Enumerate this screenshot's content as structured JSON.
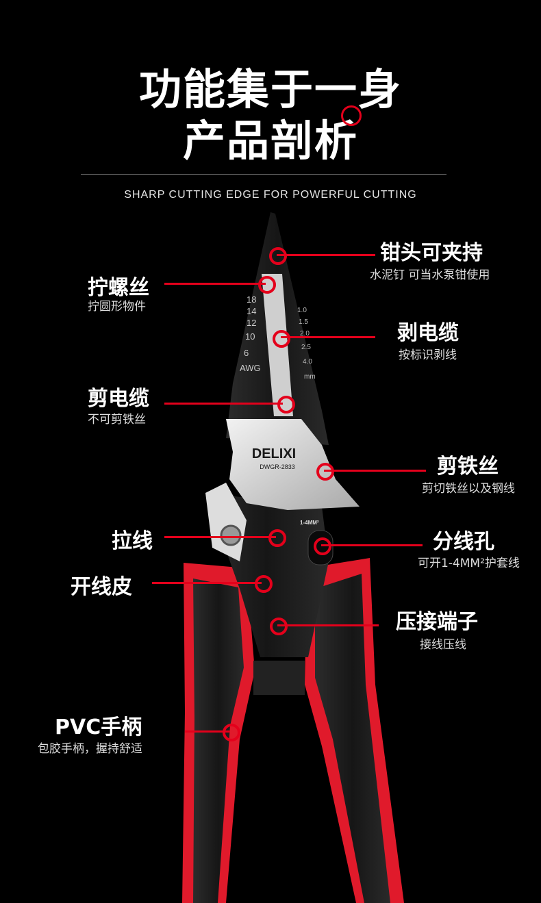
{
  "header": {
    "title_line1": "功能集于一身",
    "title_line2": "产品剖析",
    "subtitle": "SHARP CUTTING EDGE FOR POWERFUL CUTTING"
  },
  "product": {
    "brand": "DELIXI",
    "model": "DWGR-2833",
    "awg_scale": [
      "18",
      "14",
      "12",
      "10",
      "6",
      "AWG"
    ],
    "mm_scale": [
      "1.0",
      "1.5",
      "2.0",
      "2.5",
      "4.0",
      "mm"
    ],
    "hole_label": "1-4MM²"
  },
  "colors": {
    "accent": "#e4001b",
    "background": "#000000",
    "handle_red": "#e01a2b"
  },
  "callouts": [
    {
      "title": "钳头可夹持",
      "desc": "水泥钉 可当水泵钳使用"
    },
    {
      "title": "拧螺丝",
      "desc": "拧圆形物件"
    },
    {
      "title": "剥电缆",
      "desc": "按标识剥线"
    },
    {
      "title": "剪电缆",
      "desc": "不可剪铁丝"
    },
    {
      "title": "剪铁丝",
      "desc": "剪切铁丝以及钢线"
    },
    {
      "title": "拉线",
      "desc": ""
    },
    {
      "title": "分线孔",
      "desc": "可开1-4MM²护套线"
    },
    {
      "title": "开线皮",
      "desc": ""
    },
    {
      "title": "压接端子",
      "desc": "接线压线"
    },
    {
      "title": "PVC手柄",
      "desc": "包胶手柄，握持舒适"
    }
  ]
}
